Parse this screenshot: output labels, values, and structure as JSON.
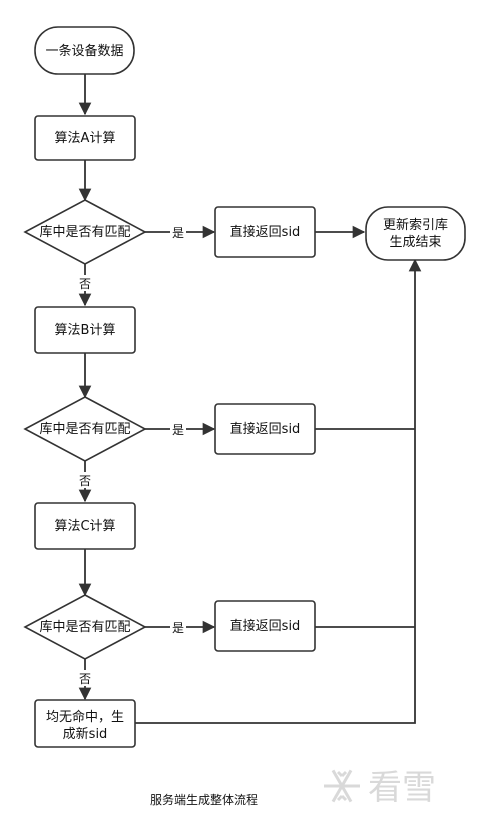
{
  "nodes": {
    "start": "一条设备数据",
    "calc_a": "算法A计算",
    "decision_1": "库中是否有匹配",
    "return_1": "直接返回sid",
    "calc_b": "算法B计算",
    "decision_2": "库中是否有匹配",
    "return_2": "直接返回sid",
    "calc_c": "算法C计算",
    "decision_3": "库中是否有匹配",
    "return_3": "直接返回sid",
    "none_match": {
      "line1": "均无命中，生",
      "line2": "成新sid"
    },
    "end": {
      "line1": "更新索引库",
      "line2": "生成结束"
    }
  },
  "edge_labels": {
    "yes_1": "是",
    "no_1": "否",
    "yes_2": "是",
    "no_2": "否",
    "yes_3": "是",
    "no_3": "否"
  },
  "caption": "服务端生成整体流程",
  "watermark": "看雪"
}
